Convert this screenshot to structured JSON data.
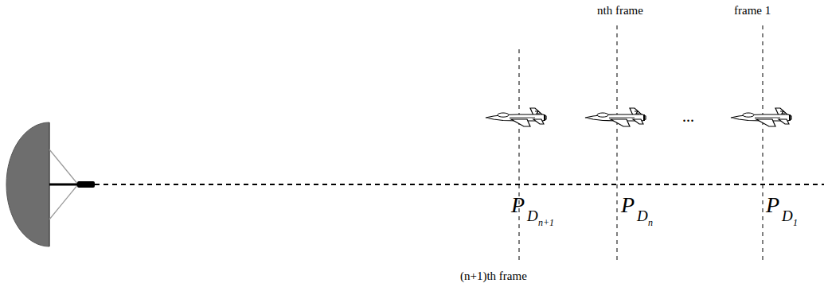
{
  "diagram": {
    "labels": [
      "nth frame",
      "frame 1",
      "(n+1)th frame",
      "...",
      "P",
      "D",
      "n+1",
      "P",
      "D",
      "n",
      "P",
      "D",
      "1"
    ]
  }
}
